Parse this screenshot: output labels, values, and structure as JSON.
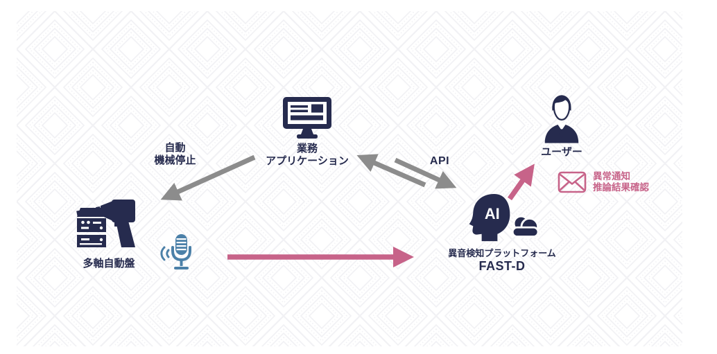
{
  "colors": {
    "navy": "#262b4e",
    "arrow_gray": "#8c8c8c",
    "pink": "#c76389",
    "mic_blue": "#4b80a8",
    "pattern_line": "#f1f1f4",
    "background": "#ffffff"
  },
  "nodes": {
    "business_app": {
      "line1": "業務",
      "line2": "アプリケーション"
    },
    "user": {
      "label": "ユーザー"
    },
    "machine": {
      "label": "多軸自動盤"
    },
    "fastd": {
      "line1": "異音検知プラットフォーム",
      "line2": "FAST-D",
      "badge": "AI"
    }
  },
  "edges": {
    "auto_stop": {
      "line1": "自動",
      "line2": "機械停止"
    },
    "api": {
      "label": "API"
    },
    "notify": {
      "line1": "異常通知",
      "line2": "推論結果確認"
    }
  },
  "icons": {
    "monitor": "monitor-icon",
    "user": "business-person-icon",
    "machine": "drill-machine-icon",
    "microphone": "microphone-icon",
    "sound_waves": "sound-waves-icon",
    "ai_head": "ai-head-icon",
    "cloud": "cloud-icon",
    "envelope": "envelope-icon"
  }
}
